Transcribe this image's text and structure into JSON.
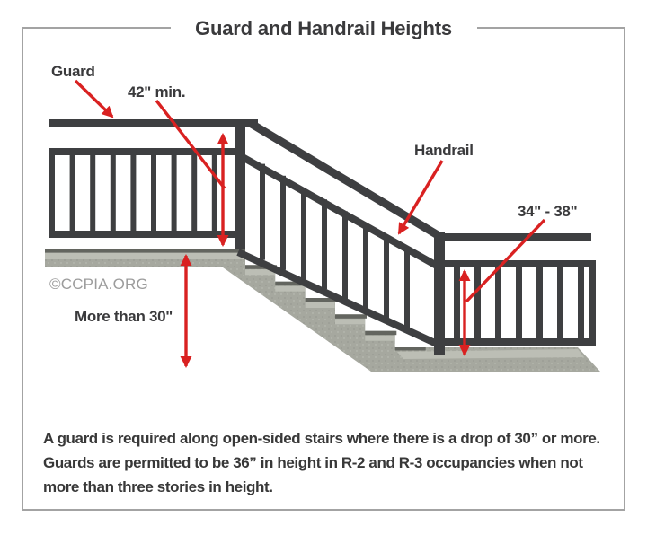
{
  "title": "Guard and Handrail Heights",
  "diagram": {
    "labels": {
      "guard": "Guard",
      "guard_min_height": "42\" min.",
      "handrail": "Handrail",
      "handrail_height": "34\" - 38\"",
      "drop": "More than 30\"",
      "watermark": "©CCPIA.ORG"
    },
    "colors": {
      "rail": "#3e3f41",
      "annotation_red": "#d92121",
      "concrete": "#a6a89f",
      "concrete_light": "#bcbeb5",
      "concrete_edge": "#63655f",
      "frame_border": "#a3a3a3",
      "text": "#3a3a3c",
      "watermark_gray": "#9c9c9c"
    }
  },
  "caption": {
    "lines": [
      "A guard is required along open-sided stairs where there is a drop of 30” or more.",
      "Guards are permitted to be 36” in height in R-2 and R-3 occupancies when not",
      "more than three stories in height."
    ]
  }
}
